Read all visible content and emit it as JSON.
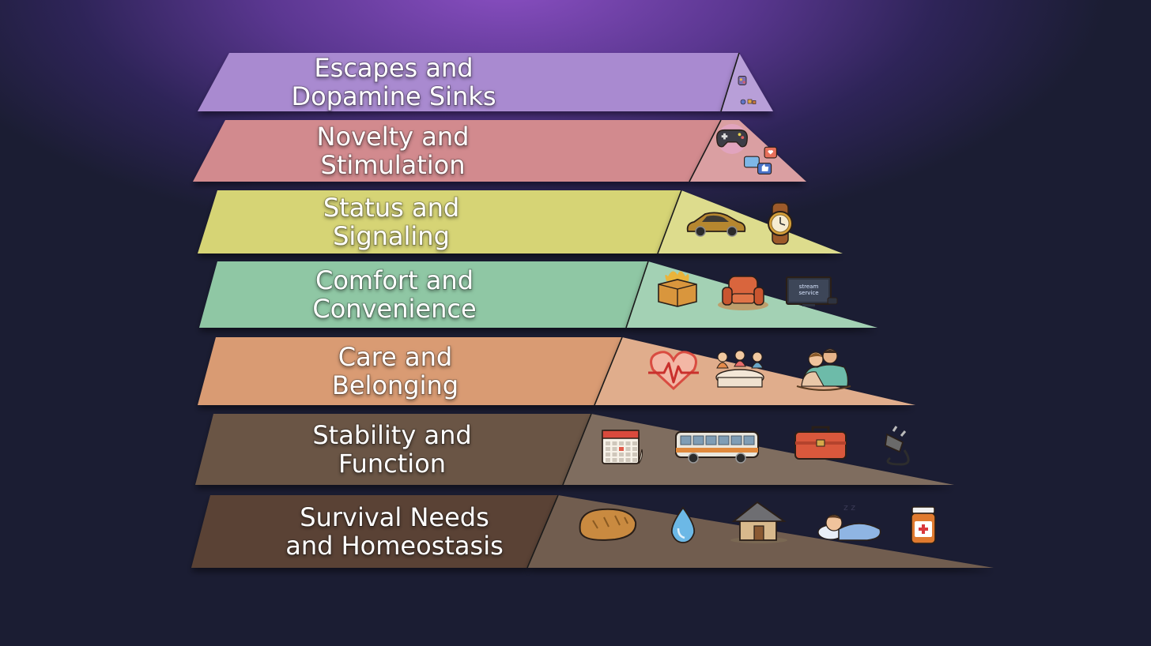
{
  "pyramid": {
    "tiers": [
      {
        "label_lines": [
          "Escapes and",
          "Dopamine Sinks"
        ],
        "color": "#a98ad0",
        "icons": [
          "trophy-icon",
          "small-trinkets-icon"
        ]
      },
      {
        "label_lines": [
          "Novelty and",
          "Stimulation"
        ],
        "color": "#d28a8e",
        "icons": [
          "game-controller-icon",
          "social-notification-icon"
        ]
      },
      {
        "label_lines": [
          "Status and",
          "Signaling"
        ],
        "color": "#d6d474",
        "icons": [
          "sports-car-icon",
          "wristwatch-icon"
        ]
      },
      {
        "label_lines": [
          "Comfort and",
          "Convenience"
        ],
        "color": "#8fc7a4",
        "icons": [
          "delivery-box-icon",
          "armchair-icon",
          "streaming-tv-icon"
        ]
      },
      {
        "label_lines": [
          "Care and",
          "Belonging"
        ],
        "color": "#d99b73",
        "icons": [
          "heartbeat-icon",
          "family-dinner-icon",
          "hug-icon"
        ]
      },
      {
        "label_lines": [
          "Stability and",
          "Function"
        ],
        "color": "#6a5545",
        "icons": [
          "calendar-icon",
          "bus-icon",
          "toolbox-icon",
          "power-plug-icon"
        ]
      },
      {
        "label_lines": [
          "Survival Needs",
          "and Homeostasis"
        ],
        "color": "#5a4334",
        "icons": [
          "bread-icon",
          "water-drop-icon",
          "house-icon",
          "sleeping-person-icon",
          "medicine-bottle-icon"
        ]
      }
    ],
    "tv_screen_text": [
      "stream",
      "service"
    ]
  }
}
